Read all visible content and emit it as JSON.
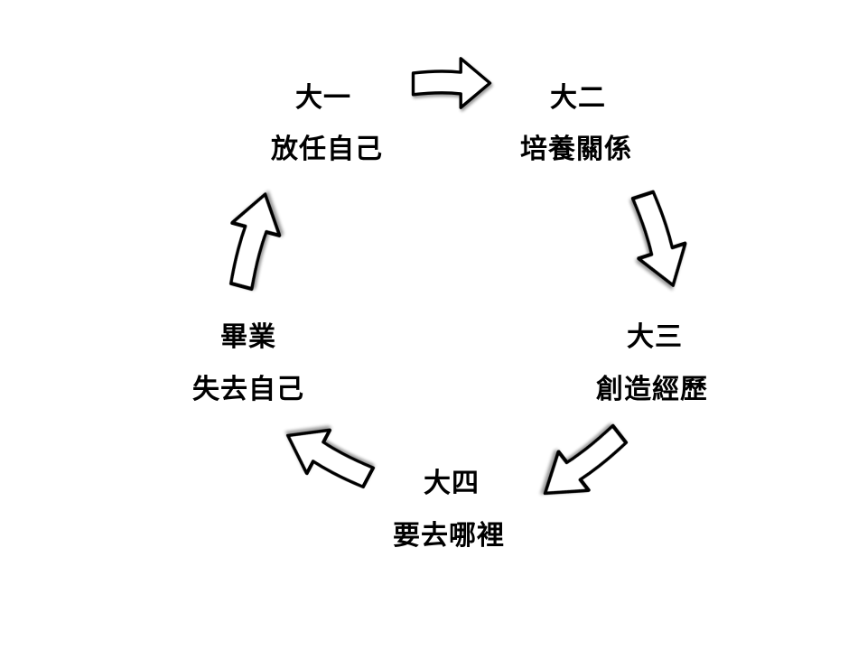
{
  "stages": [
    {
      "year": "大一",
      "theme": "放任自己"
    },
    {
      "year": "大二",
      "theme": "培養關係"
    },
    {
      "year": "大三",
      "theme": "創造經歷"
    },
    {
      "year": "大四",
      "theme": "要去哪裡"
    },
    {
      "year": "畢業",
      "theme": "失去自己"
    }
  ],
  "colors": {
    "arrow_fill": "#ffffff",
    "arrow_stroke": "#000000",
    "text": "#000000"
  }
}
